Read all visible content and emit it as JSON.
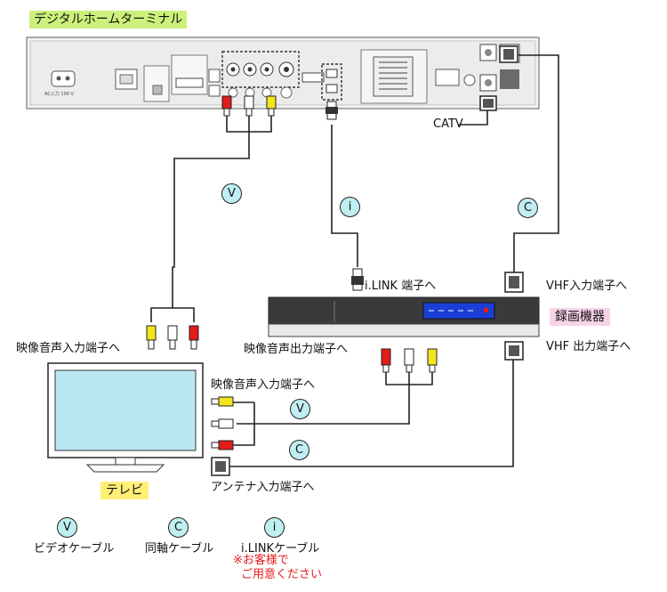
{
  "title": "デジタルホームターミナル",
  "labels": {
    "catv": "CATV",
    "ilink_port": "i.LINK 端子へ",
    "vhf_in": "VHF入力端子へ",
    "recorder": "録画機器",
    "vhf_out": "VHF 出力端子へ",
    "av_in_top": "映像音声入力端子へ",
    "av_out": "映像音声出力端子へ",
    "av_in_tv": "映像音声入力端子へ",
    "antenna_in": "アンテナ入力端子へ",
    "tv": "テレビ"
  },
  "badges": {
    "v": "V",
    "i": "i",
    "c": "C"
  },
  "legend": [
    {
      "badge": "V",
      "label": "ビデオケーブル"
    },
    {
      "badge": "C",
      "label": "同軸ケーブル"
    },
    {
      "badge": "i",
      "label": "i.LINKケーブル"
    }
  ],
  "note_lines": [
    "※お客様で",
    "ご用意ください"
  ],
  "colors": {
    "title_bg": "#ccf07a",
    "tv_label_bg": "#ffef77",
    "recorder_label_bg": "#f7d3e8",
    "badge_fill": "#bfeef3",
    "note_text": "#e61b1b",
    "tv_screen": "#b9e7f2",
    "recorder_body": "#3a3a3a",
    "recorder_display": "#1b3fd6"
  }
}
